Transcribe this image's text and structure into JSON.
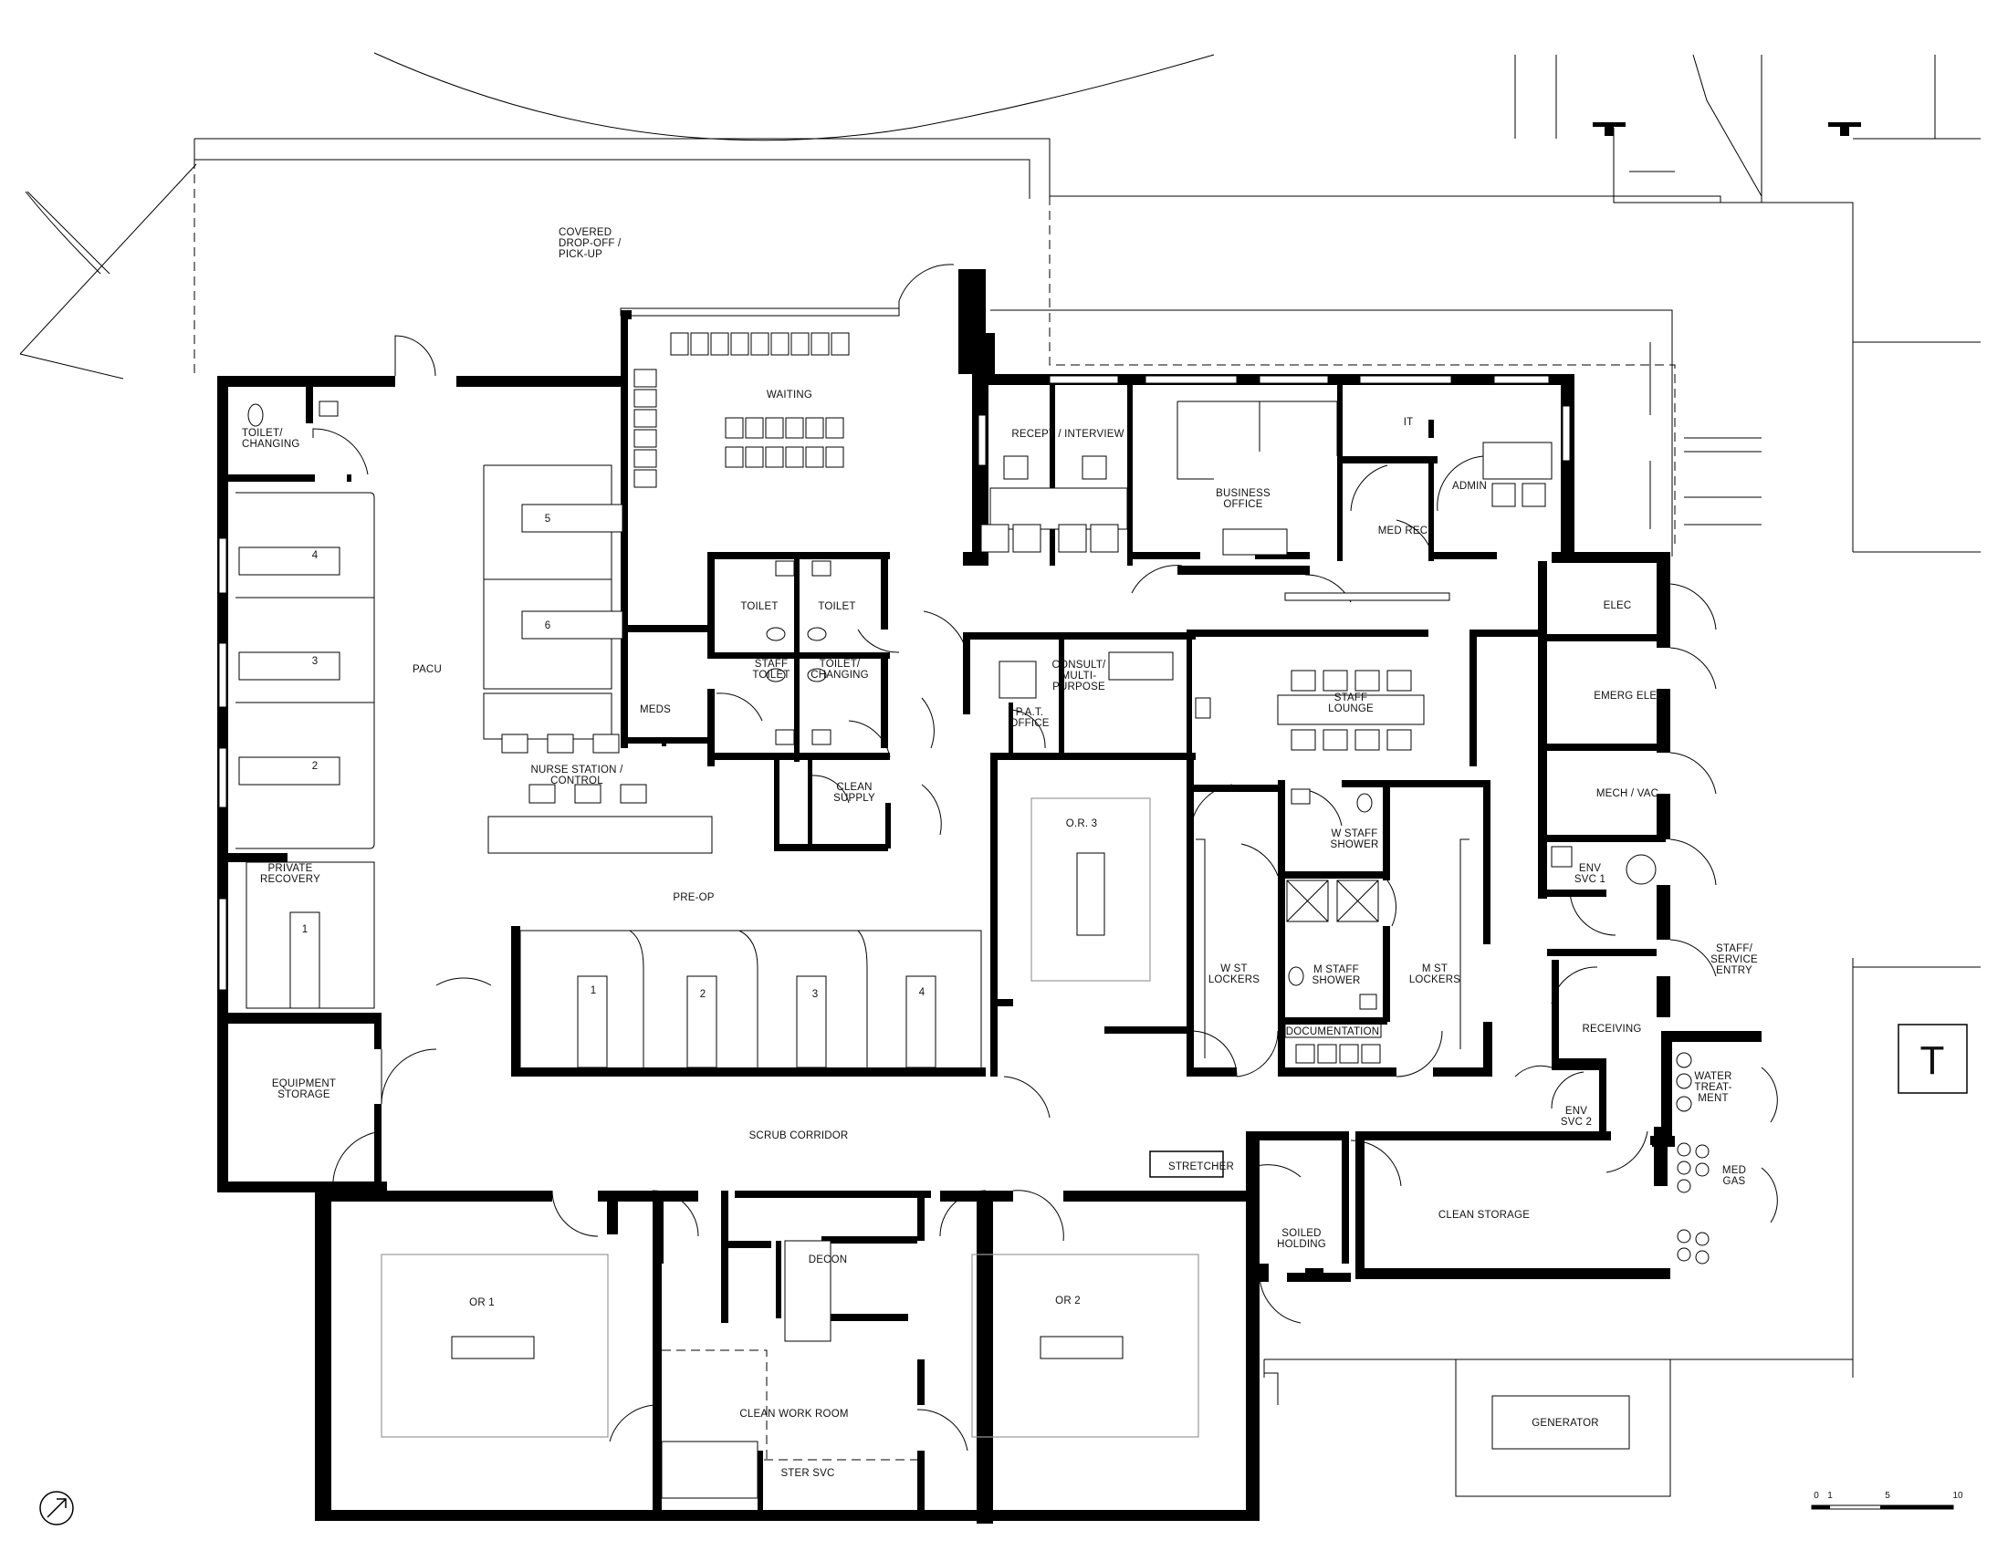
{
  "plan": {
    "rooms": {
      "covered_dropoff": [
        "COVERED",
        "DROP-OFF /",
        "PICK-UP"
      ],
      "waiting": "WAITING",
      "toilet_changing": [
        "TOILET/",
        "CHANGING"
      ],
      "pacu": "PACU",
      "recept_interview": "RECEPT / INTERVIEW",
      "business_office": [
        "BUSINESS",
        "OFFICE"
      ],
      "it": "IT",
      "admin": "ADMIN",
      "med_rec": "MED REC",
      "toilet_a": "TOILET",
      "toilet_b": "TOILET",
      "staff_toilet": [
        "STAFF",
        "TOILET"
      ],
      "toilet_changing_2": [
        "TOILET/",
        "CHANGING"
      ],
      "meds": "MEDS",
      "nurse_station": [
        "NURSE STATION /",
        "CONTROL"
      ],
      "clean_supply": [
        "CLEAN",
        "SUPPLY"
      ],
      "pat_office": [
        "P.A.T.",
        "OFFICE"
      ],
      "consult": [
        "CONSULT/",
        "MULTI-",
        "PURPOSE"
      ],
      "staff_lounge": [
        "STAFF",
        "LOUNGE"
      ],
      "elec": "ELEC",
      "emerg_elec": "EMERG ELEC",
      "mech_vac": "MECH / VAC",
      "env_svc_1": [
        "ENV",
        "SVC 1"
      ],
      "staff_service_entry": [
        "STAFF/",
        "SERVICE",
        "ENTRY"
      ],
      "private_recovery": [
        "PRIVATE",
        "RECOVERY"
      ],
      "pre_op": "PRE-OP",
      "or3": "O.R. 3",
      "w_staff_shower": [
        "W STAFF",
        "SHOWER"
      ],
      "w_st_lockers": [
        "W ST",
        "LOCKERS"
      ],
      "m_staff_shower": [
        "M STAFF",
        "SHOWER"
      ],
      "m_st_lockers": [
        "M ST",
        "LOCKERS"
      ],
      "documentation": "DOCUMENTATION",
      "receiving": "RECEIVING",
      "water_treatment": [
        "WATER",
        "TREAT-",
        "MENT"
      ],
      "equipment_storage": [
        "EQUIPMENT",
        "STORAGE"
      ],
      "scrub_corridor": "SCRUB CORRIDOR",
      "env_svc_2": [
        "ENV",
        "SVC 2"
      ],
      "med_gas": [
        "MED",
        "GAS"
      ],
      "stretcher": "STRETCHER",
      "soiled_holding": [
        "SOILED",
        "HOLDING"
      ],
      "clean_storage": "CLEAN STORAGE",
      "or1": "OR 1",
      "decon": "DECON",
      "or2": "OR 2",
      "clean_work_room": "CLEAN WORK ROOM",
      "ster_svc": "STER SVC",
      "generator": "GENERATOR"
    },
    "bays": {
      "pacu_left": [
        "4",
        "3",
        "2"
      ],
      "pacu_center": [
        "5",
        "6"
      ],
      "private": "1",
      "preop": [
        "1",
        "2",
        "3",
        "4"
      ]
    },
    "transit_marker": "T",
    "scale_labels": [
      "0",
      "1",
      "5",
      "10"
    ]
  }
}
